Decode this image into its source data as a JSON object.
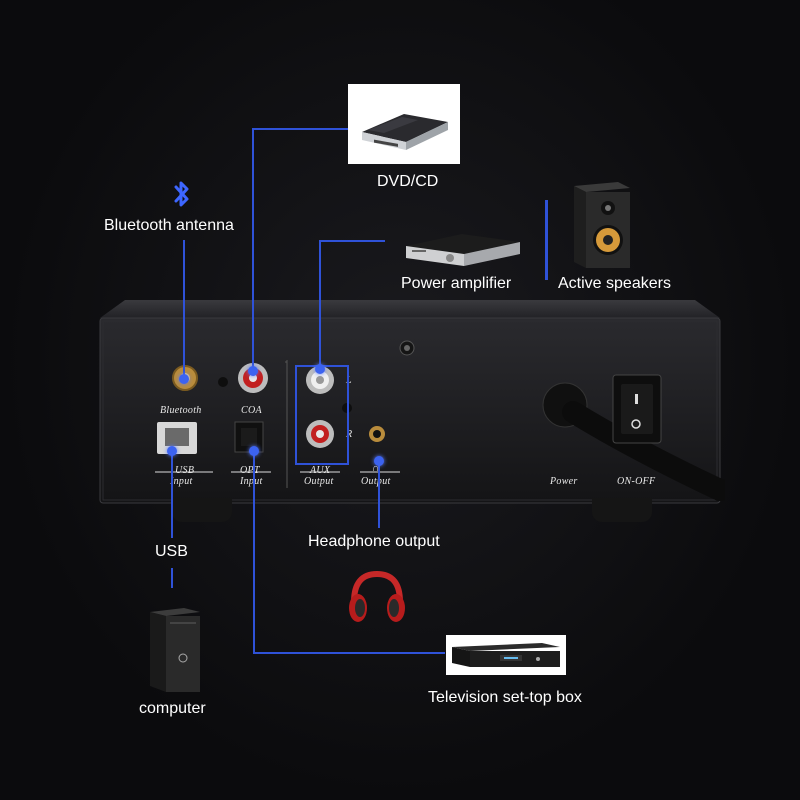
{
  "labels": {
    "dvd": "DVD/CD",
    "bluetooth_antenna": "Bluetooth antenna",
    "power_amplifier": "Power amplifier",
    "active_speakers": "Active speakers",
    "usb": "USB",
    "headphone_output": "Headphone output",
    "computer": "computer",
    "tv_box": "Television set-top box"
  },
  "panel": {
    "bluetooth": "Bluetooth",
    "coa": "COA",
    "usb": "USB",
    "usb_input": "Input",
    "opt": "OPT",
    "opt_input": "Input",
    "aux": "AUX",
    "aux_output": "Output",
    "hp_output": "Output",
    "l": "L",
    "r": "R",
    "power": "Power",
    "on_off": "ON-OFF"
  },
  "colors": {
    "connector_line": "#2f52d8",
    "connector_dot": "#3c63f0",
    "background": "#0b0b0d"
  },
  "icons": [
    "bluetooth-icon",
    "headphones-icon",
    "dvd-player-image",
    "amplifier-image",
    "speaker-image",
    "pc-tower-image",
    "set-top-box-image"
  ]
}
